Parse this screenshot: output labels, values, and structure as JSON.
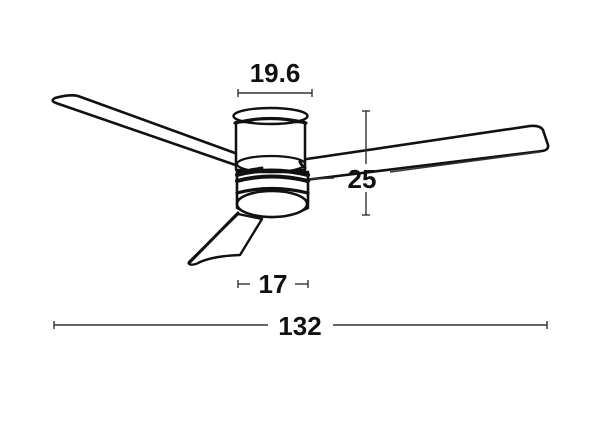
{
  "diagram": {
    "subject": "Ceiling fan dimension drawing",
    "stroke_color": "#111111",
    "background": "#ffffff",
    "dimensions": {
      "canopy_width": {
        "label": "19.6",
        "value": 19.6
      },
      "total_height": {
        "label": "25",
        "value": 25
      },
      "motor_width": {
        "label": "17",
        "value": 17
      },
      "blade_span": {
        "label": "132",
        "value": 132
      }
    },
    "blade_count": 3
  }
}
